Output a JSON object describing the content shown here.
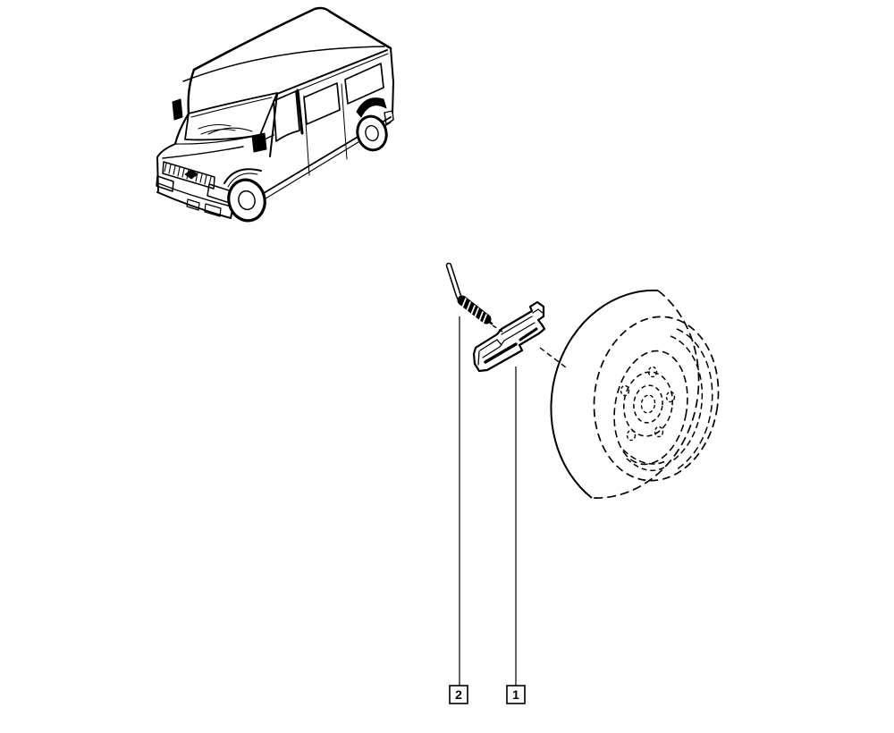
{
  "page": {
    "background_color": "#ffffff",
    "line_color": "#000000"
  },
  "diagram": {
    "figures": [
      {
        "name": "van-line-drawing"
      },
      {
        "name": "hook-pin-drawing"
      },
      {
        "name": "retainer-bracket-drawing"
      },
      {
        "name": "spare-wheel-phantom-drawing"
      }
    ],
    "callouts": [
      {
        "label": "2"
      },
      {
        "label": "1"
      }
    ]
  }
}
